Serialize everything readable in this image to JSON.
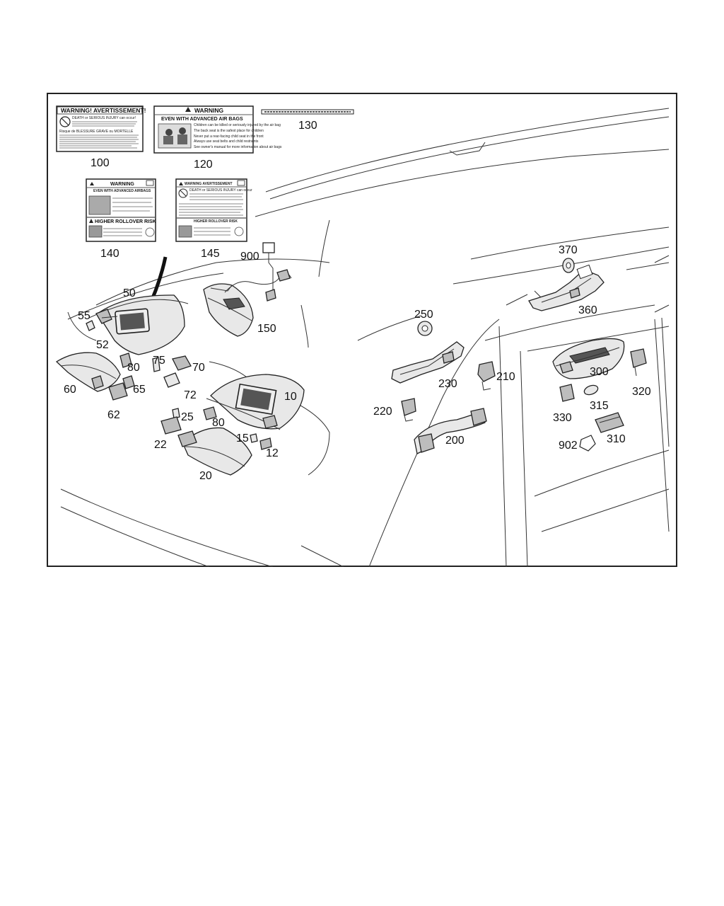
{
  "callouts": [
    "100",
    "120",
    "130",
    "140",
    "145",
    "900",
    "150",
    "50",
    "55",
    "52",
    "80",
    "75",
    "70",
    "60",
    "65",
    "72",
    "62",
    "25",
    "80",
    "22",
    "10",
    "15",
    "12",
    "20",
    "370",
    "360",
    "250",
    "210",
    "230",
    "220",
    "200",
    "300",
    "320",
    "330",
    "315",
    "310",
    "902"
  ],
  "labels": {
    "l100": {
      "header": "WARNING! AVERTISSEMENT!",
      "lines": [
        "DEATH or SERIOUS INJURY can occur!",
        "Risque de BLESSURE GRAVE ou MORTELLE"
      ]
    },
    "l120": {
      "header": "WARNING",
      "sub": "EVEN WITH ADVANCED AIR BAGS",
      "bullets": [
        "Children can be killed or seriously injured by the air bag",
        "The back seat is the safest place for children",
        "Never put a rear-facing child seat in the front",
        "Always use seat belts and child restraints",
        "See owner's manual for more information about air bags"
      ]
    },
    "l140": {
      "header": "WARNING",
      "sub": "EVEN WITH ADVANCED AIRBAGS",
      "rollover": "HIGHER ROLLOVER RISK"
    },
    "l145": {
      "header": "WARNING AVERTISSEMENT",
      "line1": "DEATH or SERIOUS INJURY can occur",
      "rollover": "HIGHER ROLLOVER RISK"
    }
  }
}
